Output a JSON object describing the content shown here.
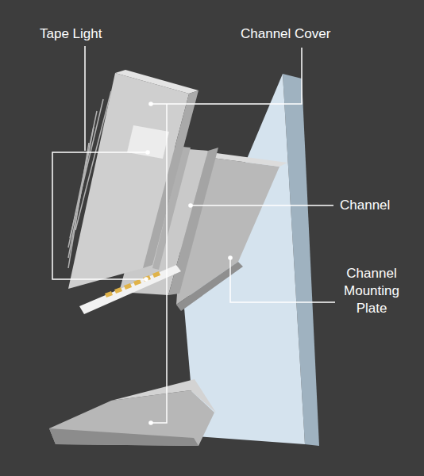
{
  "diagram": {
    "labels": [
      "Tape Light",
      "Channel Cover",
      "Channel",
      "Channel Mounting Plate"
    ]
  }
}
